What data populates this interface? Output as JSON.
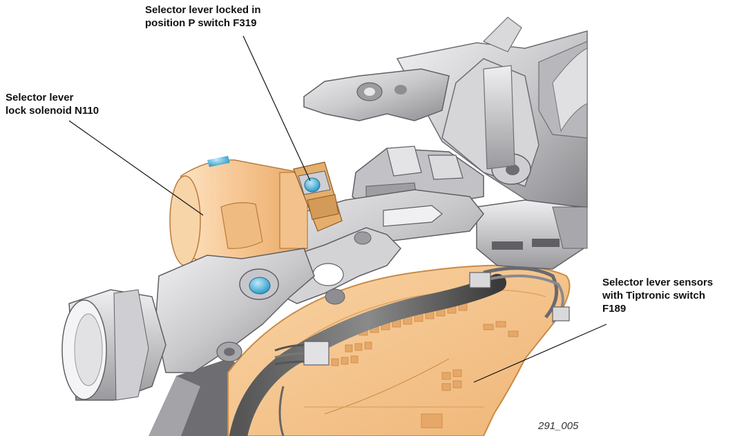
{
  "callouts": {
    "f319": {
      "lines": [
        "Selector lever locked in",
        "position P switch F319"
      ]
    },
    "n110": {
      "lines": [
        "Selector lever",
        "lock solenoid N110"
      ]
    },
    "f189": {
      "lines": [
        "Selector lever sensors",
        "with Tiptronic switch",
        "F189"
      ]
    }
  },
  "figure_id": "291_005",
  "colors": {
    "metal_light": "#e4e4e6",
    "metal_mid": "#bdbdc0",
    "metal_dark": "#7d7d82",
    "solenoid": "#f7c896",
    "solenoid_light": "#fde4c6",
    "board": "#f5c78d",
    "board_dark": "#e8ad6c",
    "switch_blue": "#3aaed8",
    "leader_line": "#111111"
  }
}
